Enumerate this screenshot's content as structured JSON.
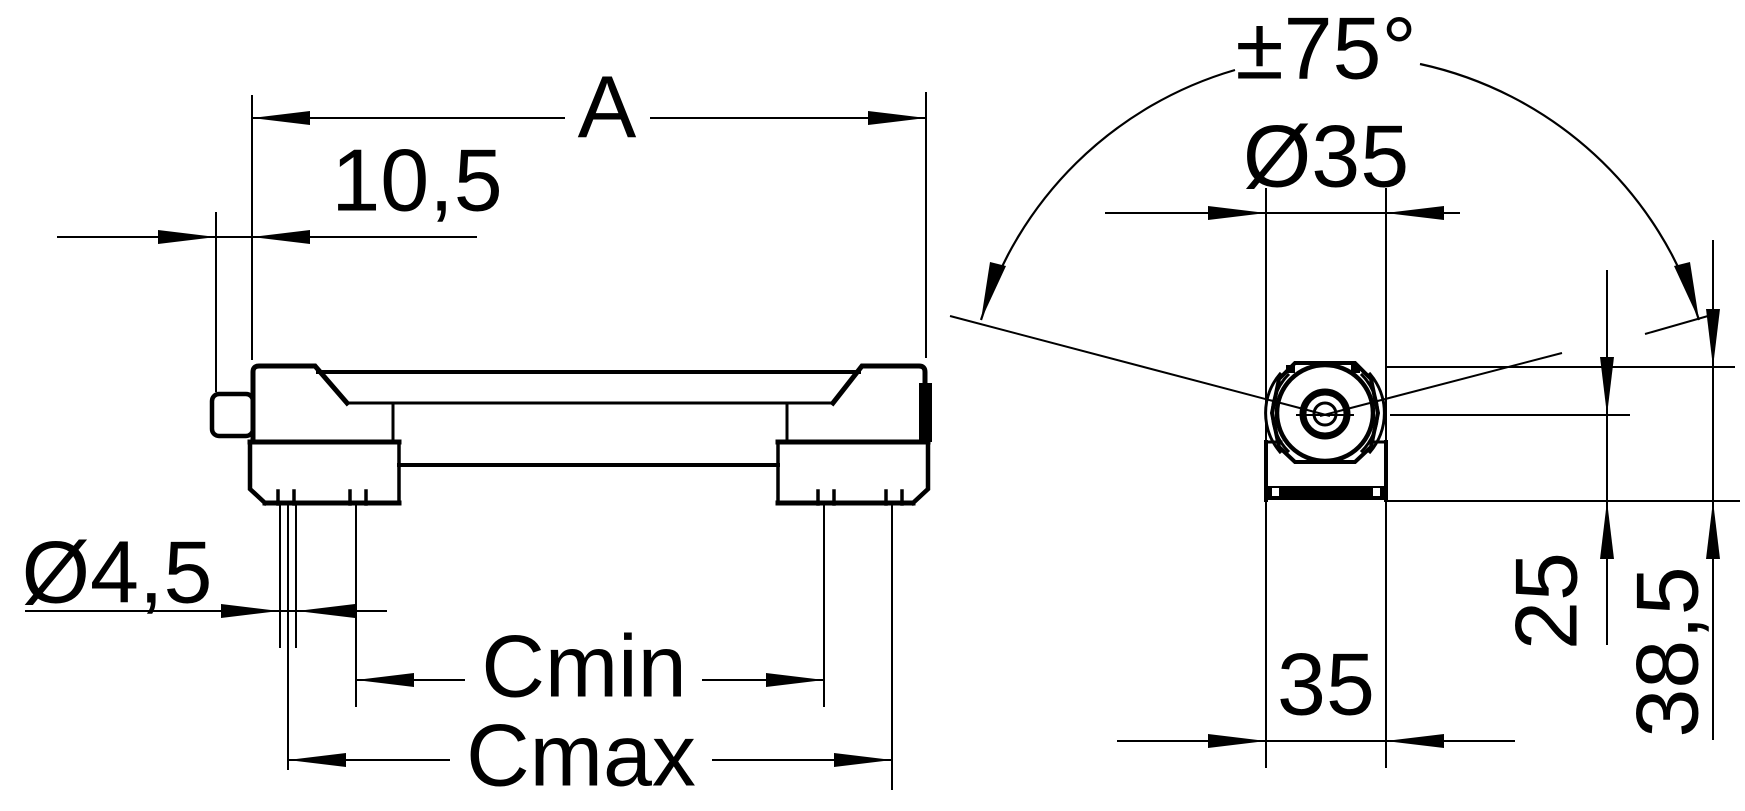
{
  "colors": {
    "background": "#ffffff",
    "ink": "#000000"
  },
  "front_view": {
    "dim_total_length": "A",
    "dim_end_offset": "10,5",
    "dim_hole_diameter": "Ø4,5",
    "dim_hole_distance_min": "Cmin",
    "dim_hole_distance_max": "Cmax"
  },
  "side_view": {
    "dim_swivel_range": "±75°",
    "dim_head_diameter": "Ø35",
    "dim_base_width": "35",
    "dim_axis_height": "25",
    "dim_overall_height": "38,5"
  }
}
